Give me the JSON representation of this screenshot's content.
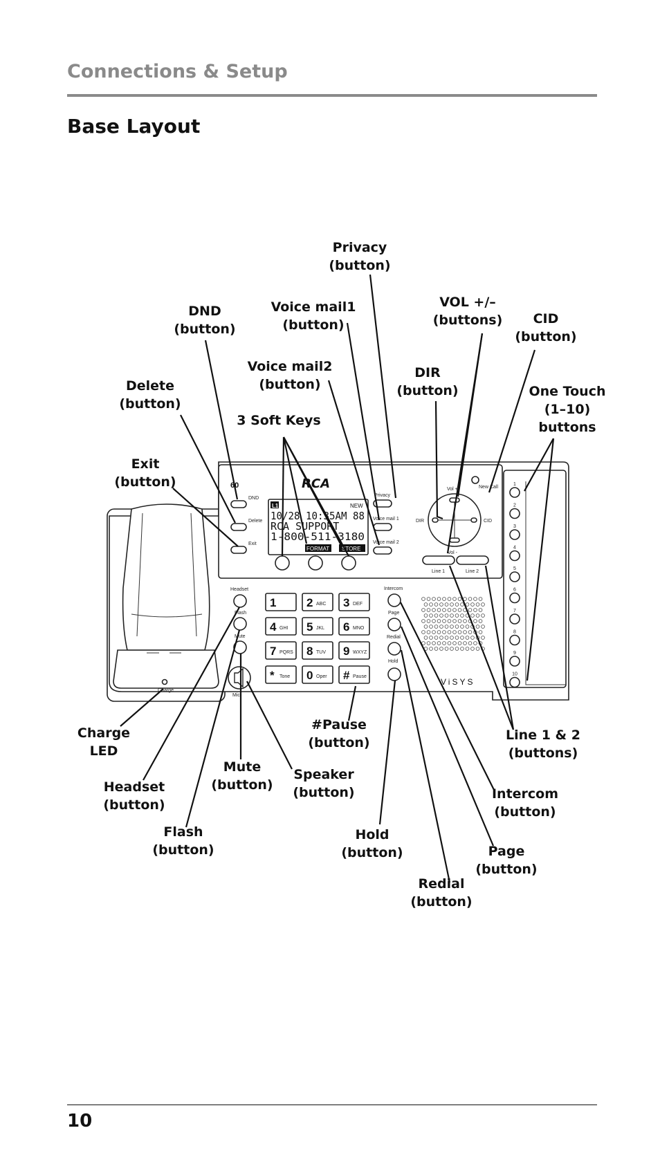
{
  "header": {
    "section": "Connections & Setup",
    "title": "Base Layout"
  },
  "footer": {
    "page_number": "10"
  },
  "callouts": {
    "privacy": [
      "Privacy",
      "(button)"
    ],
    "dnd": [
      "DND",
      "(button)"
    ],
    "voicemail1": [
      "Voice mail1",
      "(button)"
    ],
    "vol": [
      "VOL +/–",
      "(buttons)"
    ],
    "cid": [
      "CID",
      "(button)"
    ],
    "voicemail2": [
      "Voice mail2",
      "(button)"
    ],
    "dir": [
      "DIR",
      "(button)"
    ],
    "delete": [
      "Delete",
      "(button)"
    ],
    "onetouch": [
      "One Touch",
      "(1–10)",
      "buttons"
    ],
    "softkeys": [
      "3 Soft Keys"
    ],
    "exit": [
      "Exit",
      "(button)"
    ],
    "chargeled": [
      "Charge",
      "LED"
    ],
    "pause": [
      "#Pause",
      "(button)"
    ],
    "line12": [
      "Line 1 & 2",
      "(buttons)"
    ],
    "mute": [
      "Mute",
      "(button)"
    ],
    "speaker": [
      "Speaker",
      "(button)"
    ],
    "headset": [
      "Headset",
      "(button)"
    ],
    "intercom": [
      "Intercom",
      "(button)"
    ],
    "flash": [
      "Flash",
      "(button)"
    ],
    "hold": [
      "Hold",
      "(button)"
    ],
    "page": [
      "Page",
      "(button)"
    ],
    "redial": [
      "Redial",
      "(button)"
    ]
  },
  "device": {
    "brand": "RCA",
    "model": "ViSYS",
    "model_num": "60",
    "lcd": {
      "line_tag": "L1",
      "new": "NEW",
      "row1": "10/28 10:35AM 88",
      "row2": "RCA SUPPORT",
      "row3": "1-800-511-3180",
      "soft1": "FORMAT",
      "soft2": "STORE"
    },
    "labels": {
      "dnd": "DND",
      "delete": "Delete",
      "exit": "Exit",
      "privacy": "Privacy",
      "voicemail1": "Voice mail 1",
      "voicemail2": "Voice mail 2",
      "vol_plus": "Vol +",
      "vol_minus": "Vol -",
      "dir": "DIR",
      "cid": "CID",
      "new_call": "New Call",
      "line1": "Line 1",
      "line2": "Line 2",
      "headset": "Headset",
      "flash": "Flash",
      "mute": "Mute",
      "mic": "Mic",
      "intercom": "Intercom",
      "page": "Page",
      "redial": "Redial",
      "hold": "Hold",
      "charge": "Charge"
    },
    "keypad": [
      {
        "digit": "1",
        "letters": ""
      },
      {
        "digit": "2",
        "letters": "ABC"
      },
      {
        "digit": "3",
        "letters": "DEF"
      },
      {
        "digit": "4",
        "letters": "GHI"
      },
      {
        "digit": "5",
        "letters": "JKL"
      },
      {
        "digit": "6",
        "letters": "MNO"
      },
      {
        "digit": "7",
        "letters": "PQRS"
      },
      {
        "digit": "8",
        "letters": "TUV"
      },
      {
        "digit": "9",
        "letters": "WXYZ"
      },
      {
        "digit": "*",
        "letters": "Tone"
      },
      {
        "digit": "0",
        "letters": "Oper"
      },
      {
        "digit": "#",
        "letters": "Pause"
      }
    ],
    "onetouch": [
      "1",
      "2",
      "3",
      "4",
      "5",
      "6",
      "7",
      "8",
      "9",
      "10"
    ]
  }
}
